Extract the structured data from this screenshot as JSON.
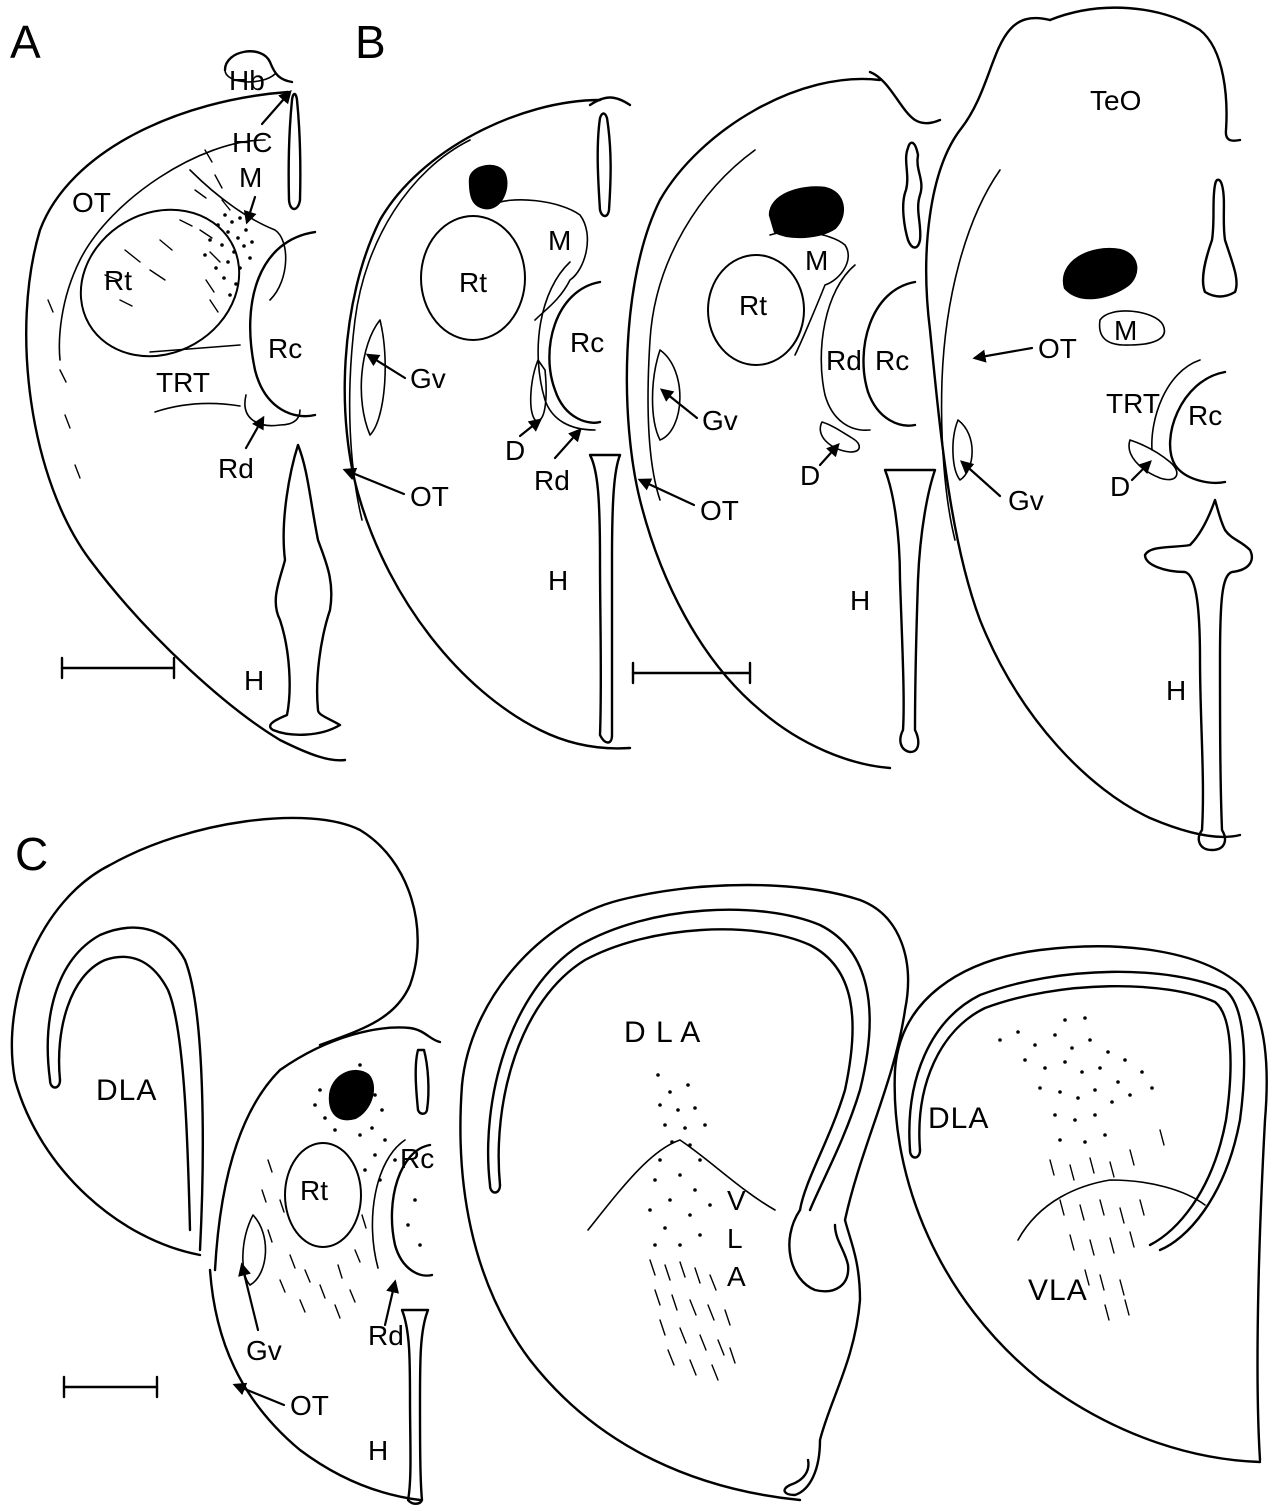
{
  "figure": {
    "panels": {
      "A": {
        "letter": "A",
        "labels": {
          "Hb": "Hb",
          "HC": "HC",
          "M": "M",
          "OT": "OT",
          "Rt": "Rt",
          "Rc": "Rc",
          "TRT": "TRT",
          "Rd": "Rd",
          "H": "H"
        }
      },
      "B": {
        "letter": "B",
        "sections": [
          {
            "Rt": "Rt",
            "M": "M",
            "Rc": "Rc",
            "Gv": "Gv",
            "D": "D",
            "Rd": "Rd",
            "OT": "OT",
            "H": "H"
          },
          {
            "M": "M",
            "Rt": "Rt",
            "Rd": "Rd",
            "Rc": "Rc",
            "Gv": "Gv",
            "D": "D",
            "OT": "OT",
            "H": "H"
          },
          {
            "TeO": "TeO",
            "OT": "OT",
            "M": "M",
            "TRT": "TRT",
            "Rc": "Rc",
            "Gv": "Gv",
            "D": "D",
            "H": "H"
          }
        ]
      },
      "C": {
        "letter": "C",
        "sections": [
          {
            "DLA": "DLA",
            "Rt": "Rt",
            "Rc": "Rc",
            "Gv": "Gv",
            "Rd": "Rd",
            "OT": "OT",
            "H": "H"
          },
          {
            "DLA": "D L A",
            "V": "V",
            "L": "L",
            "A": "A"
          },
          {
            "DLA": "DLA",
            "VLA": "VLA"
          }
        ]
      }
    }
  },
  "colors": {
    "ink": "#000000",
    "paper": "#ffffff"
  }
}
